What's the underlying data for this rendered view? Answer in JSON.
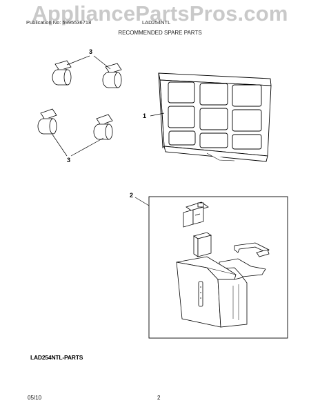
{
  "watermark": "AppliancePartsPros.com",
  "header": {
    "publication": "Publication No: 5995536718",
    "model": "LAD254NTL",
    "title": "RECOMMENDED SPARE PARTS"
  },
  "callouts": {
    "filter": "1",
    "water_bucket": "2",
    "casters_top": "3",
    "casters_bottom": "3"
  },
  "diagram_label": "LAD254NTL-PARTS",
  "footer": {
    "date": "05/10",
    "page": "2"
  }
}
